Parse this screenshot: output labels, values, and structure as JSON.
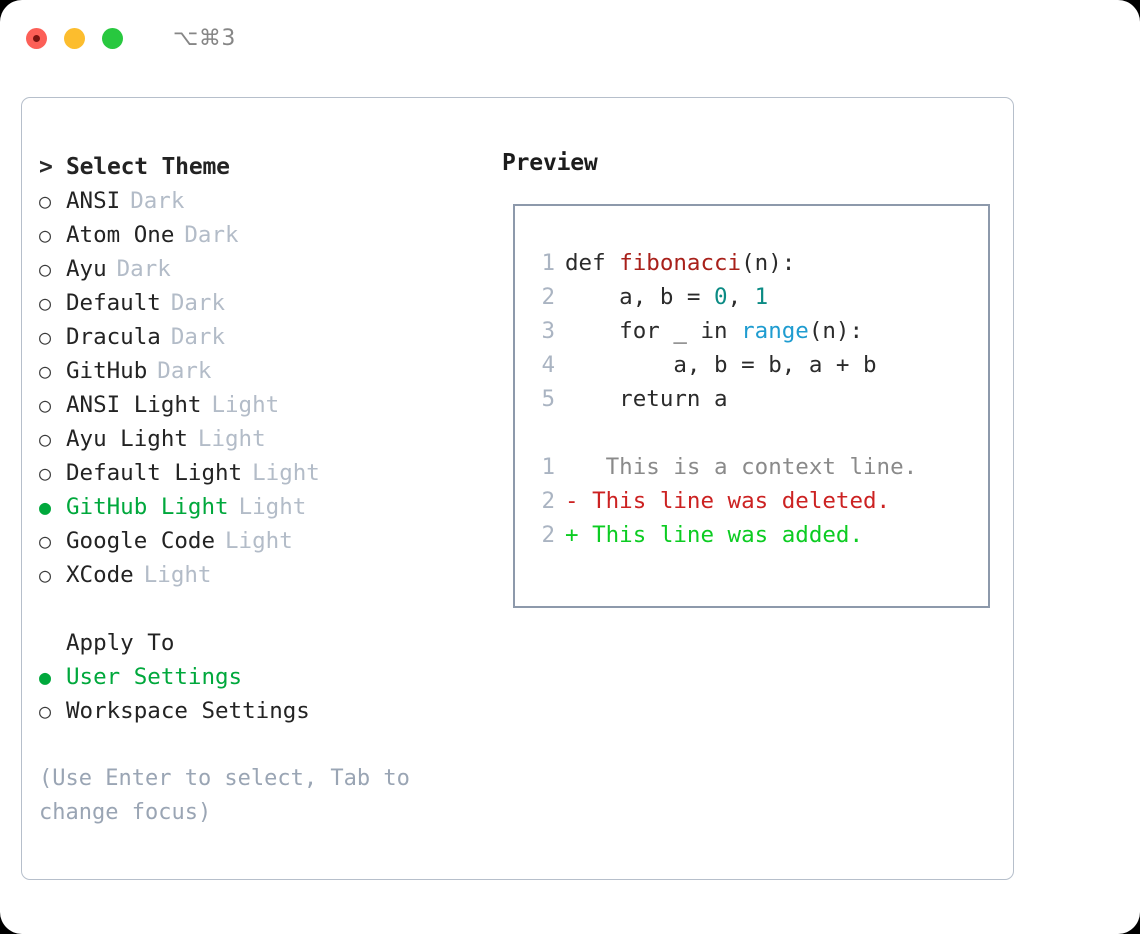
{
  "titlebar": {
    "shortcut": "⌥⌘3",
    "buttons": [
      {
        "name": "close",
        "color": "#fc5f57"
      },
      {
        "name": "minimize",
        "color": "#fcbd2e"
      },
      {
        "name": "maximize",
        "color": "#28c83f"
      }
    ]
  },
  "theme_picker": {
    "header_marker": ">",
    "header": "Select Theme",
    "marker_selected": "●",
    "marker_unselected": "○",
    "items": [
      {
        "label": "ANSI",
        "badge": "Dark",
        "selected": false
      },
      {
        "label": "Atom One",
        "badge": "Dark",
        "selected": false
      },
      {
        "label": "Ayu",
        "badge": "Dark",
        "selected": false
      },
      {
        "label": "Default",
        "badge": "Dark",
        "selected": false
      },
      {
        "label": "Dracula",
        "badge": "Dark",
        "selected": false
      },
      {
        "label": "GitHub",
        "badge": "Dark",
        "selected": false
      },
      {
        "label": "ANSI Light",
        "badge": "Light",
        "selected": false
      },
      {
        "label": "Ayu Light",
        "badge": "Light",
        "selected": false
      },
      {
        "label": "Default Light",
        "badge": "Light",
        "selected": false
      },
      {
        "label": "GitHub Light",
        "badge": "Light",
        "selected": true
      },
      {
        "label": "Google Code",
        "badge": "Light",
        "selected": false
      },
      {
        "label": "XCode",
        "badge": "Light",
        "selected": false
      }
    ]
  },
  "apply_to": {
    "header": "Apply To",
    "items": [
      {
        "label": "User Settings",
        "selected": true
      },
      {
        "label": "Workspace Settings",
        "selected": false
      }
    ]
  },
  "hint": "(Use Enter to select, Tab to change focus)",
  "preview": {
    "title": "Preview",
    "code_lines": [
      {
        "num": "1",
        "parts": [
          {
            "t": "def ",
            "c": "plain"
          },
          {
            "t": "fibonacci",
            "c": "fn"
          },
          {
            "t": "(n):",
            "c": "plain"
          }
        ]
      },
      {
        "num": "2",
        "parts": [
          {
            "t": "    a, b = ",
            "c": "plain"
          },
          {
            "t": "0",
            "c": "num"
          },
          {
            "t": ", ",
            "c": "plain"
          },
          {
            "t": "1",
            "c": "num"
          }
        ]
      },
      {
        "num": "3",
        "parts": [
          {
            "t": "    for _ in ",
            "c": "plain"
          },
          {
            "t": "range",
            "c": "call"
          },
          {
            "t": "(n):",
            "c": "plain"
          }
        ]
      },
      {
        "num": "4",
        "parts": [
          {
            "t": "        a, b = b, a + b",
            "c": "plain"
          }
        ]
      },
      {
        "num": "5",
        "parts": [
          {
            "t": "    return a",
            "c": "plain"
          }
        ]
      }
    ],
    "diff_lines": [
      {
        "num": "1",
        "sign": " ",
        "text": "  This is a context line.",
        "kind": "ctx"
      },
      {
        "num": "2",
        "sign": "-",
        "text": " This line was deleted.",
        "kind": "del"
      },
      {
        "num": "2",
        "sign": "+",
        "text": " This line was added.",
        "kind": "add"
      }
    ]
  },
  "colors": {
    "selected_green": "#00a83c",
    "badge_gray": "#b3bcc8",
    "hint_gray": "#9aa5b4",
    "diff_delete": "#cc2222",
    "diff_add": "#0ccc22",
    "function_red": "#a8201a",
    "number_teal": "#0b8b84",
    "call_blue": "#1f9cd0",
    "panel_border": "#b6bfcb",
    "preview_border": "#8d99ab"
  }
}
